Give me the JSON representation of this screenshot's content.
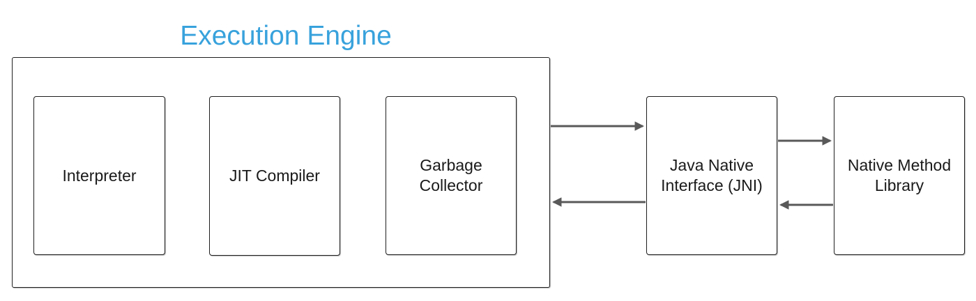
{
  "colors": {
    "accent_blue": "#38a2dc",
    "arrow_gray": "#595959",
    "border_dark": "#1e1e1e",
    "text_dark": "#1a1a1a",
    "background": "#ffffff"
  },
  "diagram": {
    "title": "Execution Engine",
    "execution_engine": {
      "components": [
        {
          "label": "Interpreter"
        },
        {
          "label": "JIT Compiler"
        },
        {
          "label": "Garbage Collector"
        }
      ]
    },
    "external_nodes": [
      {
        "label": "Java Native Interface (JNI)"
      },
      {
        "label": "Native Method Library"
      }
    ],
    "arrows": [
      {
        "from": "Execution Engine",
        "to": "Java Native Interface (JNI)",
        "direction": "right"
      },
      {
        "from": "Java Native Interface (JNI)",
        "to": "Execution Engine",
        "direction": "left"
      },
      {
        "from": "Java Native Interface (JNI)",
        "to": "Native Method Library",
        "direction": "right"
      },
      {
        "from": "Native Method Library",
        "to": "Java Native Interface (JNI)",
        "direction": "left"
      }
    ]
  }
}
